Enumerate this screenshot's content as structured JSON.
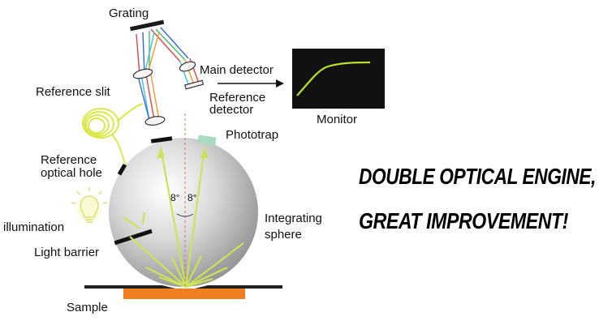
{
  "labels": {
    "grating": "Grating",
    "main_detector": "Main detector",
    "reference_detector_line1": "Reference",
    "reference_detector_line2": "detector",
    "monitor": "Monitor",
    "reference_slit": "Reference slit",
    "phototrap": "Phototrap",
    "reference_optical_hole_line1": "Reference",
    "reference_optical_hole_line2": "optical hole",
    "illumination": "illumination",
    "integrating_sphere_line1": "Integrating",
    "integrating_sphere_line2": "sphere",
    "light_barrier": "Light barrier",
    "sample": "Sample",
    "angle_left": "8°",
    "angle_right": "8°"
  },
  "slogan": {
    "line1": "DOUBLE OPTICAL ENGINE,",
    "line2": "GREAT IMPROVEMENT!"
  },
  "colors": {
    "ray": "#cbe35a",
    "fiber": "#d9e84a",
    "sample": "#f07f22",
    "monitor_bg": "#111111",
    "monitor_curve": "#b9e22e",
    "sphere": "#c8c8c8",
    "phototrap": "#a8dcc0",
    "beam_red": "#e04545",
    "beam_blue": "#3a66d8",
    "beam_green": "#3fbf6f",
    "beam_cyan": "#3fc0e0",
    "beam_orange": "#f09a30"
  }
}
